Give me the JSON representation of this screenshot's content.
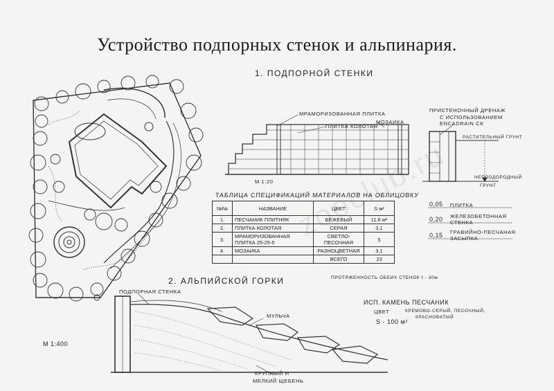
{
  "title": "Устройство подпорных стенок и альпинария.",
  "section1": "1. ПОДПОРНОЙ СТЕНКИ",
  "section2": "2. АЛЬПИЙСКОЙ ГОРКИ",
  "wall_labels": {
    "marble": "МРАМОРИЗОВАННАЯ ПЛИТКА",
    "split": "ПЛИТКА КОЛОТАЯ",
    "mosaic": "МОЗАИКА",
    "scale": "М 1:20"
  },
  "drain_labels": {
    "drain1": "ПРИСТЕНОЧНЫЙ ДРЕНАЖ",
    "drain2": "С ИСПОЛЬЗОВАНИЕМ",
    "drain3": "ENCADRAIN CK",
    "soil": "РАСТИТЕЛЬНЫЙ ГРУНТ",
    "subsoil1": "НЕПЛОДОРОДНЫЙ",
    "subsoil2": "ГРУНТ"
  },
  "layers": [
    {
      "thickness": "0,05",
      "name1": "ПЛИТКА",
      "name2": ""
    },
    {
      "thickness": "0,20",
      "name1": "ЖЕЛЕЗОБЕТОННАЯ",
      "name2": "СТЕНКА"
    },
    {
      "thickness": "0,15",
      "name1": "ГРАВИЙНО-ПЕСЧАНАЯ",
      "name2": "ЗАСЫПКА"
    }
  ],
  "table": {
    "title": "ТАБЛИЦА СПЕЦИФИКАЦИЙ МАТЕРИАЛОВ НА ОБЛИЦОВКУ",
    "headers": {
      "num": "№№",
      "name": "НАЗВАНИЕ",
      "color": "ЦВЕТ",
      "area": "S м²"
    },
    "rows": [
      {
        "num": "1.",
        "name": "ПЕСЧАНИК ПЛИТНЯК",
        "color": "БЕЖЕВЫЙ",
        "area": "11,8 м²"
      },
      {
        "num": "2.",
        "name": "ПЛИТКА КОЛОТАЯ",
        "color": "СЕРАЯ",
        "area": "3,1"
      },
      {
        "num": "3.",
        "name": "МРАМОРИЗОВАННАЯ ПЛИТКА 25-25-5",
        "color": "СВЕТЛО-ПЕСОЧНАЯ",
        "area": "5"
      },
      {
        "num": "4.",
        "name": "МОЗАИКА",
        "color": "РАЗНОЦВЕТНАЯ",
        "area": "3,1"
      }
    ],
    "total_label": "ВСЕГО",
    "total_value": "23",
    "note": "ПРОТЯЖЕННОСТЬ ОБЕИХ СТЕНОК ℓ - 30м"
  },
  "plan_scale": "М 1:400",
  "rock_garden": {
    "wall": "ПОДПОРНАЯ СТЕНКА",
    "mulch": "МУЛЬЧА",
    "gravel1": "КРУПНЫЙ И",
    "gravel2": "МЕЛКИЙ ЩЕБЕНЬ",
    "stone": "ИСП. КАМЕНЬ ПЕСЧАНИК",
    "color_label": "ЦВЕТ",
    "color_value1": "КРЕМОВО-СЕРЫЙ, ПЕСОЧНЫЙ,",
    "color_value2": "КРАСНОВАТЫЙ",
    "area": "S - 100 м²"
  },
  "watermark": "zooclub.ru"
}
